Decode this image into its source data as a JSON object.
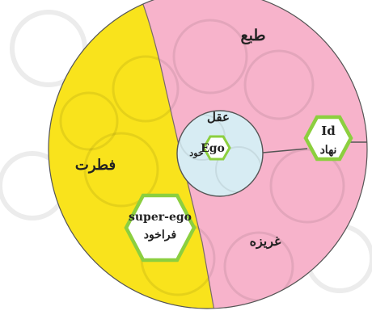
{
  "regions": {
    "tab": "طبع",
    "fetrat": "فطرت",
    "gharizeh": "غريزه",
    "aql": "عقل"
  },
  "ego": {
    "en": "Ego",
    "fa": "خود"
  },
  "id_badge": {
    "en": "Id",
    "fa": "نهاد"
  },
  "superego_badge": {
    "en": "super-ego",
    "fa": "فراخود"
  },
  "colors": {
    "pink": "#f7b3cb",
    "yellow": "#f9e31c",
    "inner_blue": "#d7ecf3",
    "hex_border": "#8ccf3f",
    "hex_fill": "#ffffff",
    "outline": "#555555"
  }
}
